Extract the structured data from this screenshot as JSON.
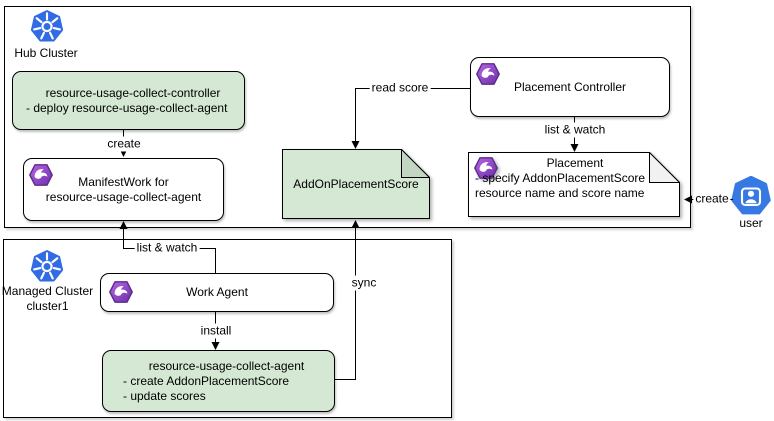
{
  "clusters": {
    "hub": {
      "label": "Hub Cluster"
    },
    "managed": {
      "name": "Managed Cluster",
      "id": "cluster1"
    }
  },
  "nodes": {
    "controller": {
      "title": "resource-usage-collect-controller",
      "bullet1": "- deploy resource-usage-collect-agent"
    },
    "manifestwork": {
      "line1": "ManifestWork for",
      "line2": "resource-usage-collect-agent"
    },
    "addon_score": {
      "label": "AddOnPlacementScore"
    },
    "placement_controller": {
      "label": "Placement Controller"
    },
    "placement": {
      "title": "Placement",
      "bullet1": "- specify AddonPlacementScore",
      "bullet2": "resource name and score name"
    },
    "work_agent": {
      "label": "Work Agent"
    },
    "collect_agent": {
      "title": "resource-usage-collect-agent",
      "bullet1": "- create AddonPlacementScore",
      "bullet2": "- update scores"
    },
    "user": {
      "label": "user"
    }
  },
  "edges": {
    "create_controller": {
      "label": "create"
    },
    "list_watch_work": {
      "label": "list & watch"
    },
    "install": {
      "label": "install"
    },
    "sync": {
      "label": "sync"
    },
    "read_score": {
      "label": "read score"
    },
    "list_watch_placement": {
      "label": "list & watch"
    },
    "create_user": {
      "label": "create"
    }
  },
  "icons": {
    "kubernetes": "kubernetes-logo",
    "ocm": "open-cluster-management-logo",
    "user": "user-avatar"
  },
  "colors": {
    "green_fill": "#d5e8d4",
    "green_fold": "#c2d6c1",
    "white_fold": "#f1f1f1",
    "k8s_blue": "#326ce5",
    "user_blue": "#3779e3",
    "ocm_purple_light": "#b964e6",
    "ocm_purple_dark": "#6b2fa8",
    "line": "#000000"
  }
}
